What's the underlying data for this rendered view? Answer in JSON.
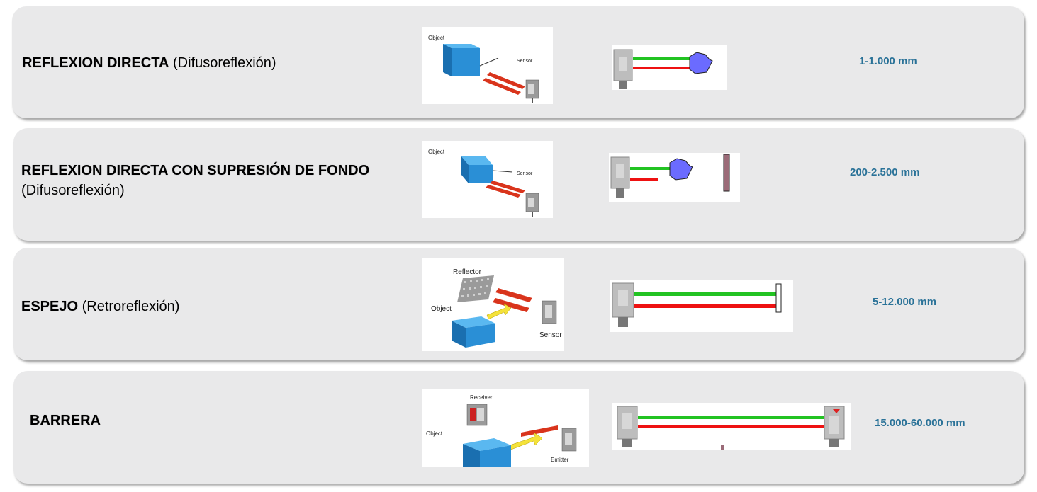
{
  "rows": [
    {
      "title_bold": "REFLEXION DIRECTA",
      "title_rest": " (Difusoreflexión)",
      "range": "1-1.000 mm",
      "diagram_labels": {
        "object": "Object",
        "sensor": "Sensor"
      }
    },
    {
      "title_bold": "REFLEXION DIRECTA CON SUPRESIÓN DE FONDO",
      "title_rest": " (Difusoreflexión)",
      "range": "200-2.500 mm",
      "diagram_labels": {
        "object": "Object",
        "sensor": "Sensor"
      }
    },
    {
      "title_bold": "ESPEJO",
      "title_rest": " (Retroreflexión)",
      "range": "5-12.000 mm",
      "diagram_labels": {
        "reflector": "Reflector",
        "object": "Object",
        "sensor": "Sensor"
      }
    },
    {
      "title_bold": "BARRERA",
      "title_rest": "",
      "range": "15.000-60.000 mm",
      "diagram_labels": {
        "receiver": "Receiver",
        "object": "Object",
        "emitter": "Emitter"
      }
    }
  ],
  "colors": {
    "range_text": "#2a7298",
    "card": "#e9e9ea",
    "beam_emit": "#22c322",
    "beam_return": "#ee1111",
    "object_blue": "#2a8fd6",
    "target_purple": "#6b6bff"
  }
}
